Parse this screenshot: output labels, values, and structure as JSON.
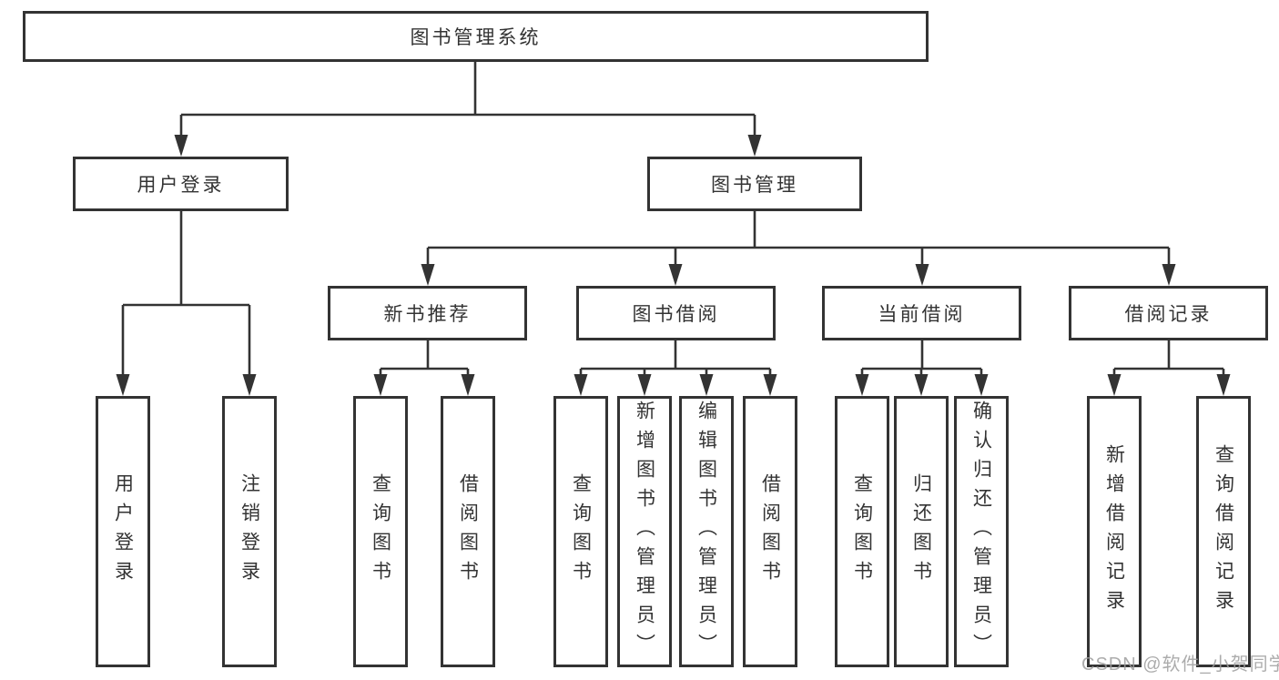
{
  "colors": {
    "line": "#333333",
    "box_border": "#333333",
    "box_fill": "#ffffff",
    "text": "#333333",
    "watermark": "#9e9e9e",
    "background": "#ffffff"
  },
  "diagram": {
    "root": "图书管理系统",
    "level2": {
      "user_login": "用户登录",
      "book_management": "图书管理"
    },
    "level3": {
      "new_book_recommend": "新书推荐",
      "book_borrow": "图书借阅",
      "current_borrow": "当前借阅",
      "borrow_records": "借阅记录"
    },
    "leaves": {
      "user_login": [
        "用户登录",
        "注销登录"
      ],
      "new_book_recommend": [
        "查询图书",
        "借阅图书"
      ],
      "book_borrow": [
        "查询图书",
        "新增图书（管理员）",
        "编辑图书（管理员）",
        "借阅图书"
      ],
      "current_borrow": [
        "查询图书",
        "归还图书",
        "确认归还（管理员）"
      ],
      "borrow_records": [
        "新增借阅记录",
        "查询借阅记录"
      ]
    }
  },
  "watermark": "CSDN @软件_小贺同学"
}
